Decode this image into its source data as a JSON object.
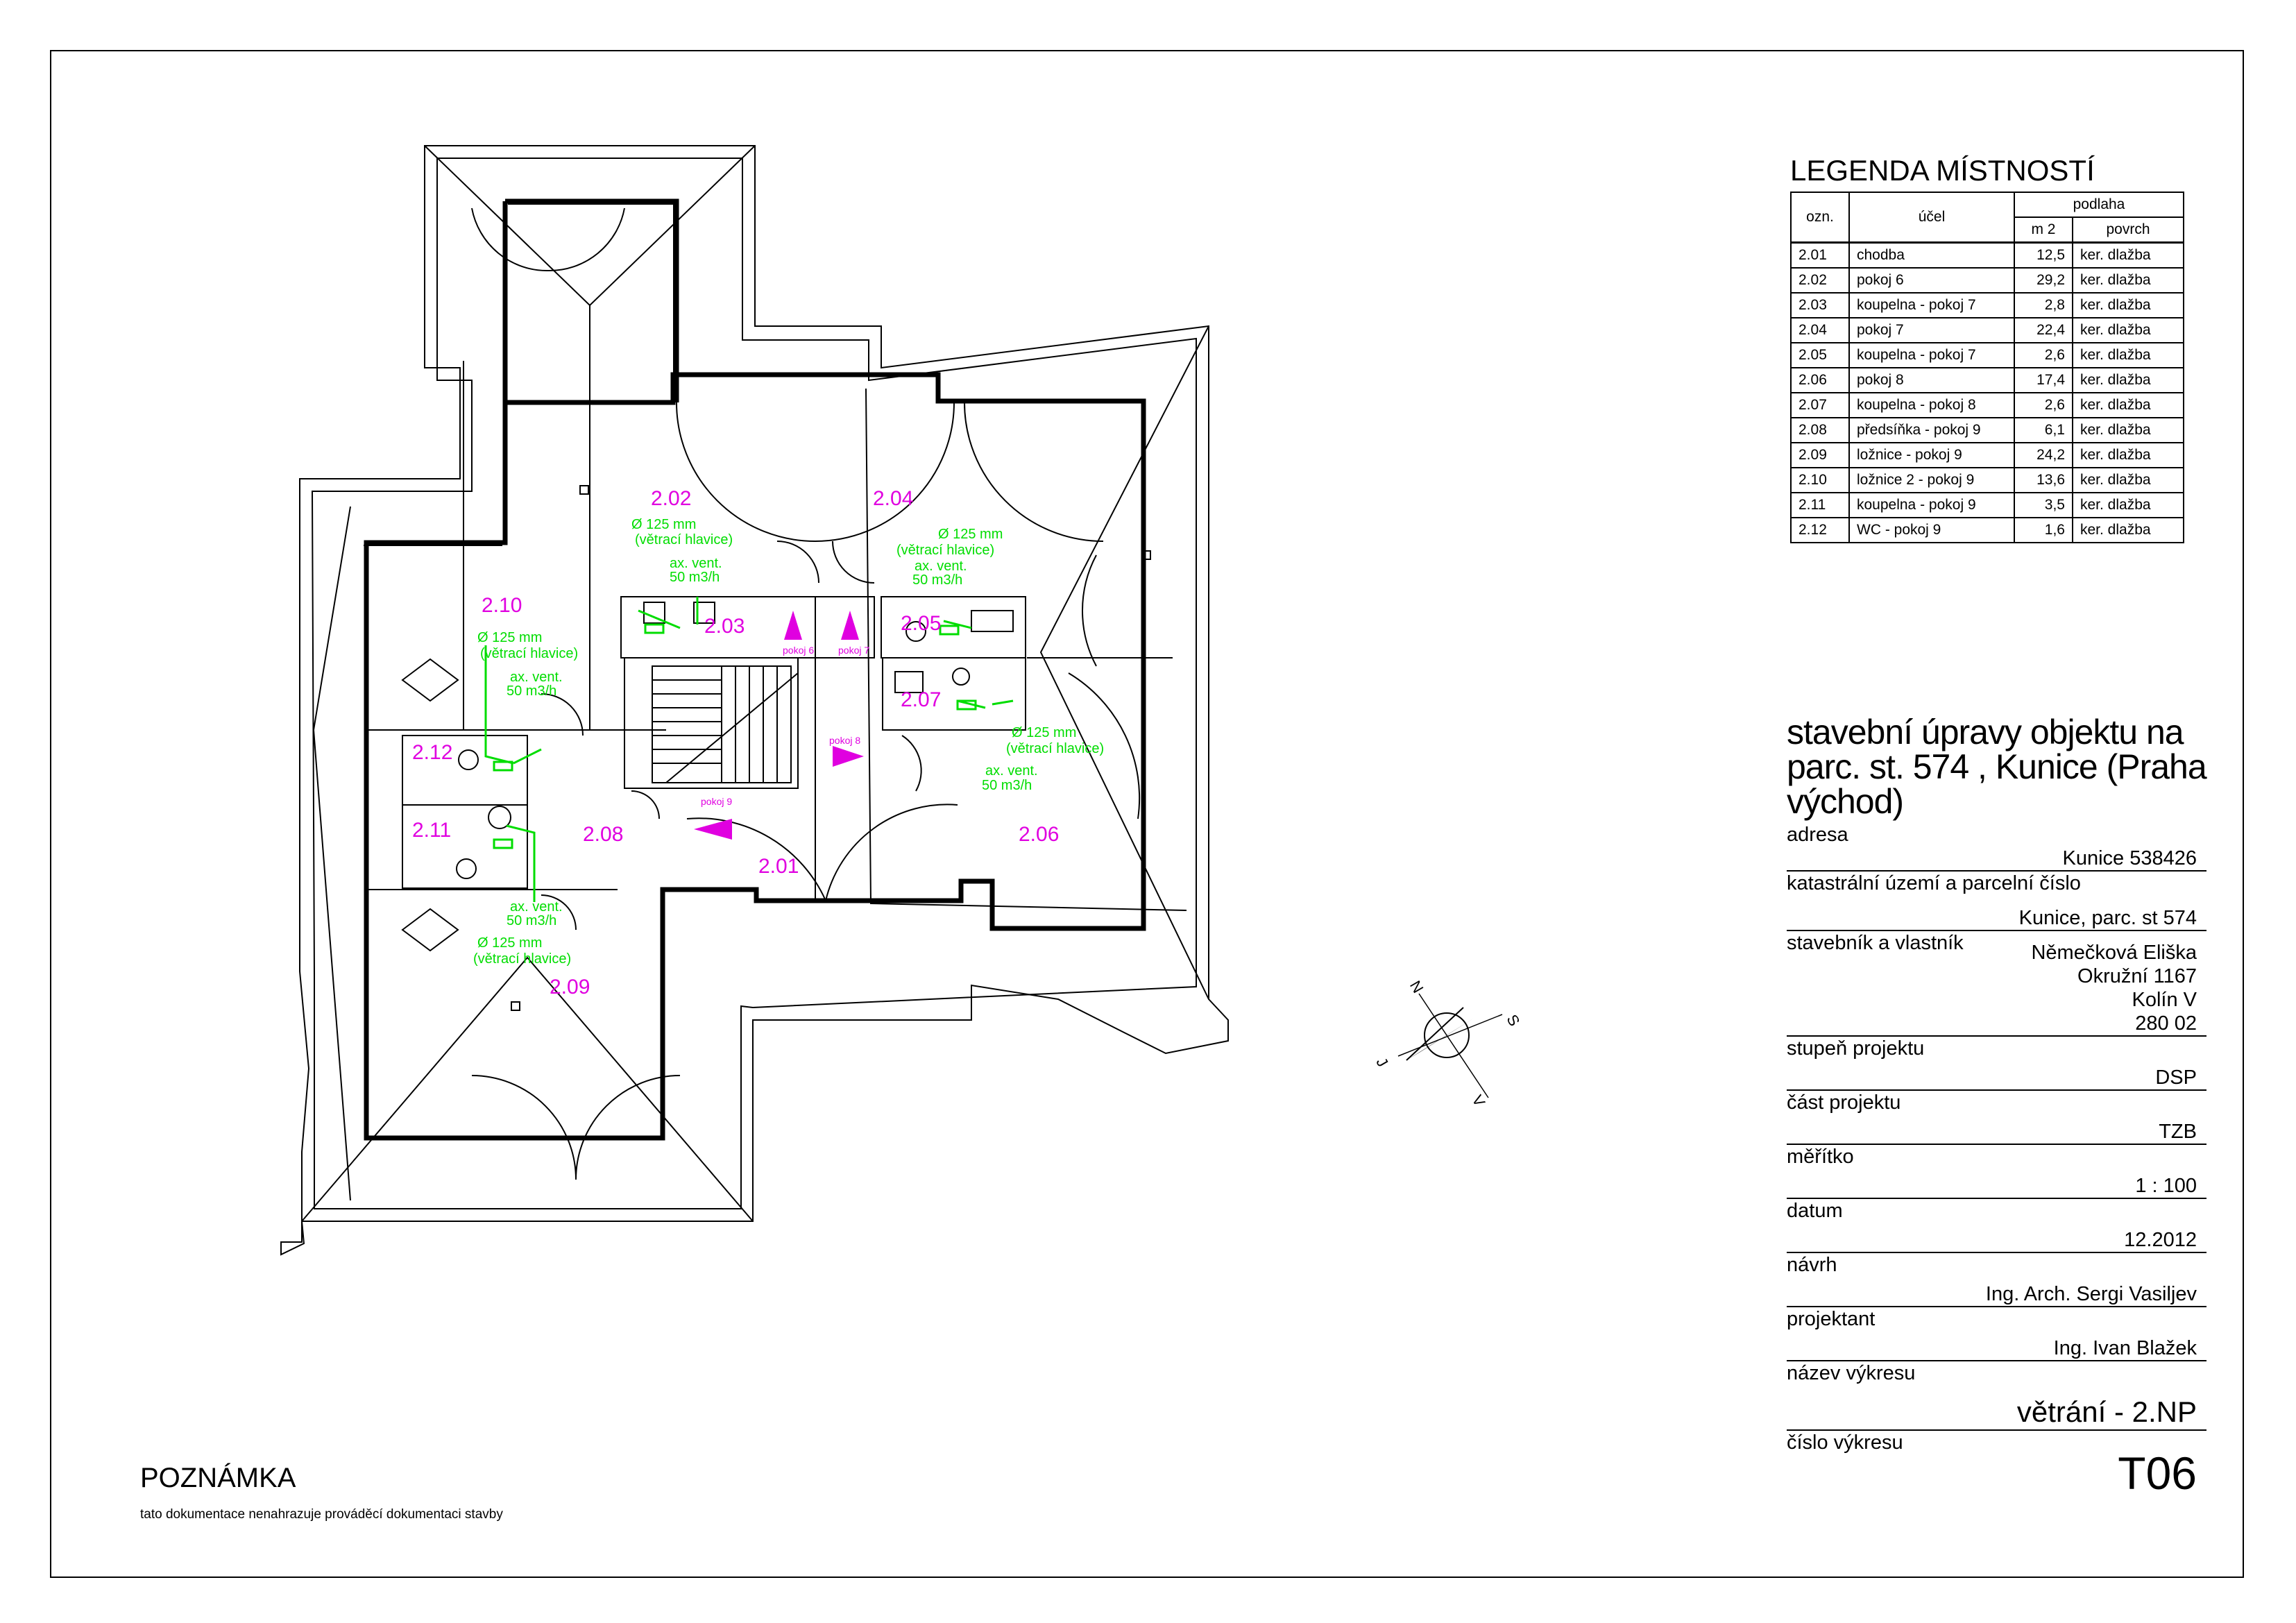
{
  "rooms": [
    {
      "id": "2.02"
    },
    {
      "id": "2.04"
    },
    {
      "id": "2.10"
    },
    {
      "id": "2.03"
    },
    {
      "id": "2.05"
    },
    {
      "id": "2.07"
    },
    {
      "id": "2.12"
    },
    {
      "id": "2.11"
    },
    {
      "id": "2.08"
    },
    {
      "id": "2.01"
    },
    {
      "id": "2.06"
    },
    {
      "id": "2.09"
    }
  ],
  "ventilation": {
    "diameter": "Ø 125 mm",
    "head": "(větrací hlavice)",
    "fan": "ax. vent.",
    "flow": "50 m3/h"
  },
  "arrows": {
    "pokoj6": "pokoj 6",
    "pokoj7": "pokoj 7",
    "pokoj8": "pokoj 8",
    "pokoj9": "pokoj 9"
  },
  "compass": {
    "n": "N",
    "s": "S",
    "j": "J",
    "v": "V"
  },
  "legend": {
    "title": "LEGENDA MÍSTNOSTÍ",
    "headers": {
      "id": "ozn.",
      "purpose": "účel",
      "floor": "podlaha",
      "area": "m 2",
      "surface": "povrch"
    },
    "rows": [
      {
        "id": "2.01",
        "purpose": "chodba",
        "area": "12,5",
        "surface": "ker. dlažba"
      },
      {
        "id": "2.02",
        "purpose": "pokoj 6",
        "area": "29,2",
        "surface": "ker. dlažba"
      },
      {
        "id": "2.03",
        "purpose": "koupelna - pokoj 7",
        "area": "2,8",
        "surface": "ker. dlažba"
      },
      {
        "id": "2.04",
        "purpose": "pokoj 7",
        "area": "22,4",
        "surface": "ker. dlažba"
      },
      {
        "id": "2.05",
        "purpose": "koupelna - pokoj 7",
        "area": "2,6",
        "surface": "ker. dlažba"
      },
      {
        "id": "2.06",
        "purpose": "pokoj 8",
        "area": "17,4",
        "surface": "ker. dlažba"
      },
      {
        "id": "2.07",
        "purpose": "koupelna - pokoj 8",
        "area": "2,6",
        "surface": "ker. dlažba"
      },
      {
        "id": "2.08",
        "purpose": "předsíňka - pokoj 9",
        "area": "6,1",
        "surface": "ker. dlažba"
      },
      {
        "id": "2.09",
        "purpose": "ložnice - pokoj 9",
        "area": "24,2",
        "surface": "ker. dlažba"
      },
      {
        "id": "2.10",
        "purpose": "ložnice 2 - pokoj 9",
        "area": "13,6",
        "surface": "ker. dlažba"
      },
      {
        "id": "2.11",
        "purpose": "koupelna - pokoj 9",
        "area": "3,5",
        "surface": "ker. dlažba"
      },
      {
        "id": "2.12",
        "purpose": "WC - pokoj 9",
        "area": "1,6",
        "surface": "ker. dlažba"
      }
    ]
  },
  "titleblock": {
    "project": "stavební úpravy objektu na parc. st. 574 , Kunice (Praha východ)",
    "address_label": "adresa",
    "address": "Kunice 538426",
    "cadastre_label": "katastrální území a parcelní číslo",
    "cadastre": "Kunice, parc. st 574",
    "owner_label": "stavebník a vlastník",
    "owner": "Němečková Eliška\nOkružní 1167\nKolín V\n280 02",
    "stage_label": "stupeň projektu",
    "stage": "DSP",
    "part_label": "část projektu",
    "part": "TZB",
    "scale_label": "měřítko",
    "scale": "1 : 100",
    "date_label": "datum",
    "date": "12.2012",
    "design_label": "návrh",
    "design": "Ing. Arch. Sergi Vasiljev",
    "engineer_label": "projektant",
    "engineer": "Ing. Ivan Blažek",
    "drawing_name_label": "název výkresu",
    "drawing_name": "větrání - 2.NP",
    "drawing_no_label": "číslo výkresu",
    "drawing_no": "T06"
  },
  "note": {
    "heading": "POZNÁMKA",
    "text": "tato dokumentace nenahrazuje prováděcí dokumentaci stavby"
  },
  "colors": {
    "room_label": "#e000e0",
    "ventilation": "#00dd00",
    "lines": "#000000"
  }
}
